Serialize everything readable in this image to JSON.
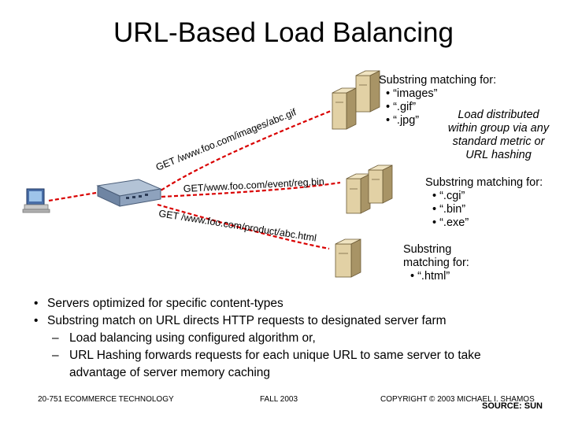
{
  "title": "URL-Based Load Balancing",
  "diagram": {
    "urls": {
      "images": "GET /www.foo.com/images/abc.gif",
      "event": "GET/www.foo.com/event/reg.bin",
      "product": "GET /www.foo.com/product/abc.html"
    },
    "farm_top": {
      "heading": "Substring matching for:",
      "items": [
        "• “images”",
        "• “.gif”",
        "• “.jpg”"
      ],
      "note": [
        "Load distributed",
        "within group via any",
        "standard metric or",
        "URL hashing"
      ]
    },
    "farm_middle": {
      "heading": "Substring matching for:",
      "items": [
        "• “.cgi”",
        "• “.bin”",
        "• “.exe”"
      ]
    },
    "farm_bottom": {
      "heading": [
        "Substring",
        "matching for:"
      ],
      "items": [
        "• “.html”"
      ]
    }
  },
  "bullets": [
    "Servers optimized for specific content-types",
    "Substring match on URL directs HTTP requests to designated server farm"
  ],
  "sub_bullets": [
    {
      "dash": "–",
      "text": "Load balancing using configured algorithm or,"
    },
    {
      "dash": "–",
      "text": "URL Hashing forwards requests for each unique URL to same server to take",
      "cont": "advantage of server memory caching"
    }
  ],
  "footer": {
    "left": "20-751 ECOMMERCE TECHNOLOGY",
    "center": "FALL 2003",
    "right": "COPYRIGHT © 2003 MICHAEL I. SHAMOS",
    "source": "SOURCE: SUN"
  },
  "colors": {
    "request_line": "#d90000",
    "client": "#3d6fb5",
    "switch": "#8096b2",
    "server": "#d8c49a"
  }
}
